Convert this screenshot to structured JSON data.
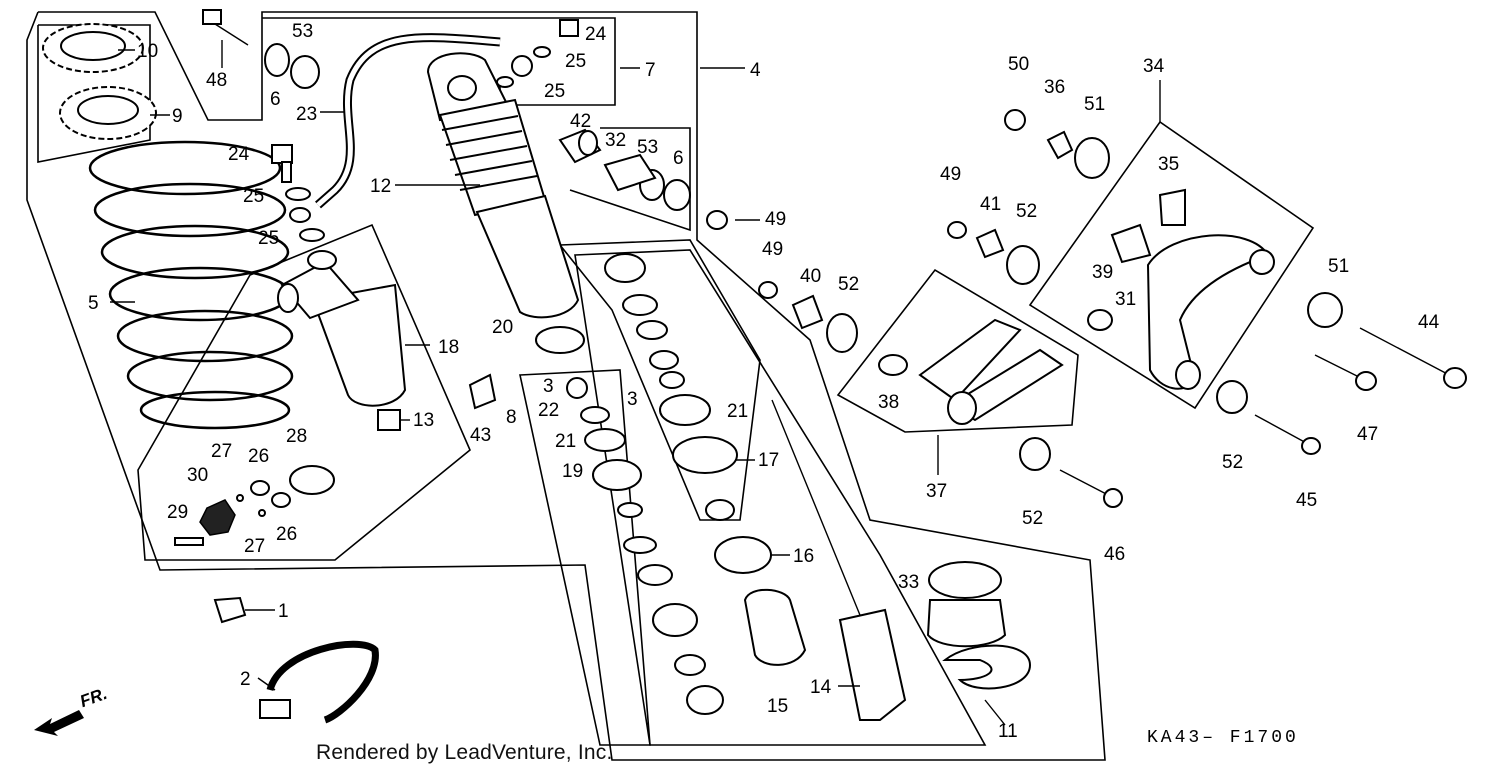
{
  "watermark": "Rendered by LeadVenture, Inc.",
  "diagram_code": "KA43– F1700",
  "front_arrow_label": "FR.",
  "callouts": [
    {
      "id": "p10",
      "text": "10"
    },
    {
      "id": "p48",
      "text": "48"
    },
    {
      "id": "p9",
      "text": "9"
    },
    {
      "id": "p6a",
      "text": "6"
    },
    {
      "id": "p53a",
      "text": "53"
    },
    {
      "id": "p23",
      "text": "23"
    },
    {
      "id": "p24a",
      "text": "24"
    },
    {
      "id": "p25a",
      "text": "25"
    },
    {
      "id": "p25b",
      "text": "25"
    },
    {
      "id": "p7",
      "text": "7"
    },
    {
      "id": "p4",
      "text": "4"
    },
    {
      "id": "p24b",
      "text": "24"
    },
    {
      "id": "p25c",
      "text": "25"
    },
    {
      "id": "p25d",
      "text": "25"
    },
    {
      "id": "p12",
      "text": "12"
    },
    {
      "id": "p42",
      "text": "42"
    },
    {
      "id": "p32",
      "text": "32"
    },
    {
      "id": "p53b",
      "text": "53"
    },
    {
      "id": "p6b",
      "text": "6"
    },
    {
      "id": "p5",
      "text": "5"
    },
    {
      "id": "p18",
      "text": "18"
    },
    {
      "id": "p20",
      "text": "20"
    },
    {
      "id": "p13",
      "text": "13"
    },
    {
      "id": "p43",
      "text": "43"
    },
    {
      "id": "p3a",
      "text": "3"
    },
    {
      "id": "p22",
      "text": "22"
    },
    {
      "id": "p8",
      "text": "8"
    },
    {
      "id": "p3b",
      "text": "3"
    },
    {
      "id": "p21a",
      "text": "21"
    },
    {
      "id": "p21b",
      "text": "21"
    },
    {
      "id": "p17",
      "text": "17"
    },
    {
      "id": "p19",
      "text": "19"
    },
    {
      "id": "p27a",
      "text": "27"
    },
    {
      "id": "p26a",
      "text": "26"
    },
    {
      "id": "p28",
      "text": "28"
    },
    {
      "id": "p30",
      "text": "30"
    },
    {
      "id": "p29",
      "text": "29"
    },
    {
      "id": "p27b",
      "text": "27"
    },
    {
      "id": "p26b",
      "text": "26"
    },
    {
      "id": "p16",
      "text": "16"
    },
    {
      "id": "p1",
      "text": "1"
    },
    {
      "id": "p2",
      "text": "2"
    },
    {
      "id": "p15",
      "text": "15"
    },
    {
      "id": "p14",
      "text": "14"
    },
    {
      "id": "p33",
      "text": "33"
    },
    {
      "id": "p11",
      "text": "11"
    },
    {
      "id": "p49a",
      "text": "49"
    },
    {
      "id": "p49b",
      "text": "49"
    },
    {
      "id": "p49c",
      "text": "49"
    },
    {
      "id": "p40",
      "text": "40"
    },
    {
      "id": "p52a",
      "text": "52"
    },
    {
      "id": "p41",
      "text": "41"
    },
    {
      "id": "p52b",
      "text": "52"
    },
    {
      "id": "p50",
      "text": "50"
    },
    {
      "id": "p36",
      "text": "36"
    },
    {
      "id": "p51a",
      "text": "51"
    },
    {
      "id": "p34",
      "text": "34"
    },
    {
      "id": "p35",
      "text": "35"
    },
    {
      "id": "p39",
      "text": "39"
    },
    {
      "id": "p31",
      "text": "31"
    },
    {
      "id": "p38",
      "text": "38"
    },
    {
      "id": "p37",
      "text": "37"
    },
    {
      "id": "p52c",
      "text": "52"
    },
    {
      "id": "p46",
      "text": "46"
    },
    {
      "id": "p51b",
      "text": "51"
    },
    {
      "id": "p44",
      "text": "44"
    },
    {
      "id": "p47",
      "text": "47"
    },
    {
      "id": "p52d",
      "text": "52"
    },
    {
      "id": "p45",
      "text": "45"
    }
  ]
}
